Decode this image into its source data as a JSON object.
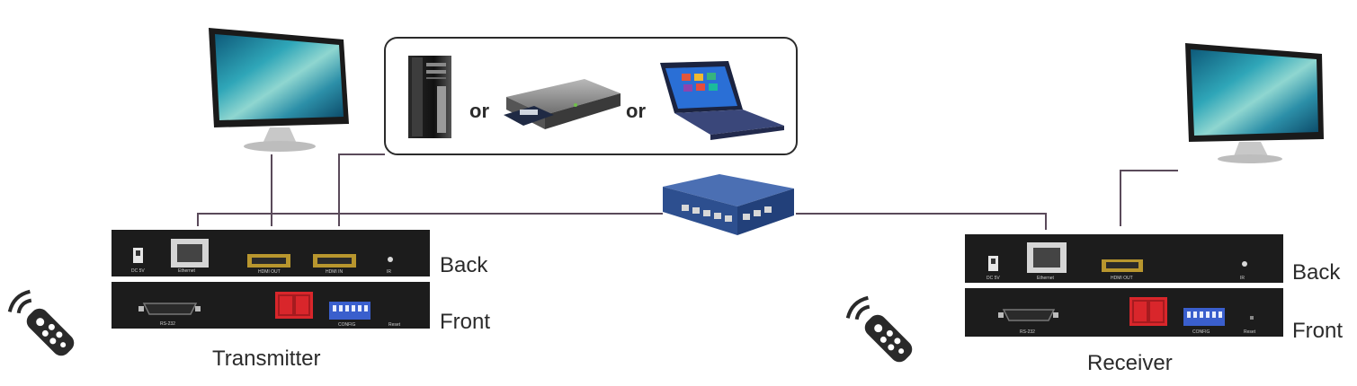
{
  "labels": {
    "transmitter": "Transmitter",
    "receiver": "Receiver",
    "back_tx": "Back",
    "front_tx": "Front",
    "back_rx": "Back",
    "front_rx": "Front",
    "or_1": "or",
    "or_2": "or"
  },
  "panel_text": {
    "tx_dc": "DC 5V",
    "tx_ethernet": "Ethernet",
    "tx_hdmi_out": "HDMI OUT",
    "tx_hdmi_in": "HDMI IN",
    "tx_ir": "IR",
    "tx_rs232": "RS-232",
    "tx_config": "CONFIG",
    "tx_reset": "Reset",
    "rx_dc": "DC 5V",
    "rx_ethernet": "Ethernet",
    "rx_hdmi_out": "HDMI OUT",
    "rx_ir": "IR",
    "rx_rs232": "RS-232",
    "rx_config": "CONFIG",
    "rx_reset": "Reset"
  },
  "icons": {
    "monitor": "monitor-icon",
    "pc": "desktop-tower-icon",
    "player": "media-player-icon",
    "laptop": "laptop-icon",
    "switch": "network-switch-icon",
    "remote": "ir-remote-icon"
  },
  "colors": {
    "line": "#5a4a5a",
    "panel": "#1c1c1c",
    "display": "#d9262b",
    "dip": "#3a5fcd",
    "hdmi": "#b8962e",
    "switch_body": "#2d4f8f"
  }
}
